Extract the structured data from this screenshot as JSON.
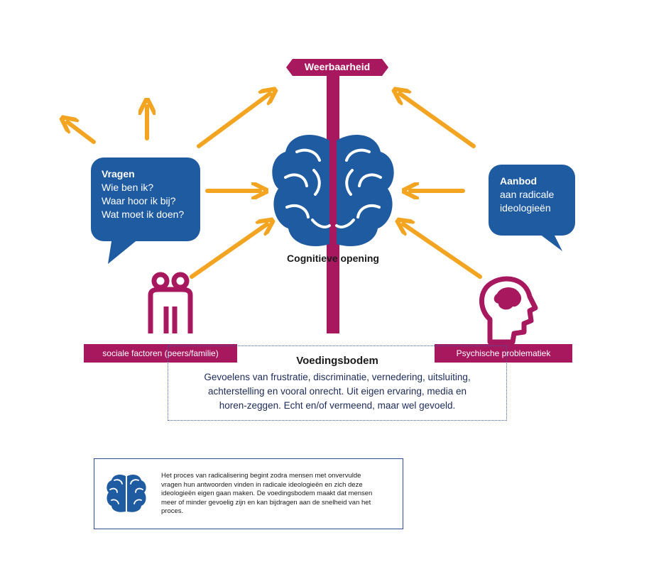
{
  "signpost": {
    "label": "Weerbaarheid"
  },
  "brain": {
    "caption": "Cognitieve opening"
  },
  "left_bubble": {
    "title": "Vragen",
    "lines": [
      "Wie ben ik?",
      "Waar hoor ik bij?",
      "Wat moet ik doen?"
    ]
  },
  "right_bubble": {
    "title": "Aanbod",
    "lines": [
      "aan radicale",
      "ideologieën"
    ]
  },
  "bars": {
    "left": "sociale factoren (peers/familie)",
    "right": "Psychische problematiek"
  },
  "voedingsbodem": {
    "title": "Voedingsbodem",
    "lines": [
      "Gevoelens van frustratie, discriminatie, vernedering, uitsluiting,",
      "achterstelling en vooral onrecht. Uit eigen ervaring, media en",
      "horen-zeggen. Echt en/of vermeend, maar wel gevoeld."
    ]
  },
  "info": {
    "lines": [
      "Het proces van radicalisering begint zodra mensen met onvervulde",
      "vragen hun antwoorden vinden in radicale ideologieën en zich deze",
      "ideologieën eigen gaan maken. De voedingsbodem maakt dat mensen",
      "meer of minder gevoelig zijn en kan bijdragen aan de snelheid van het",
      "proces."
    ]
  },
  "colors": {
    "magenta": "#a7185f",
    "blue": "#1f5ba1",
    "orange": "#f3a421",
    "navy": "#1c2b5a"
  },
  "icons": [
    "brain-icon",
    "people-icon",
    "head-icon",
    "signpost-icon",
    "arrow-icon"
  ]
}
